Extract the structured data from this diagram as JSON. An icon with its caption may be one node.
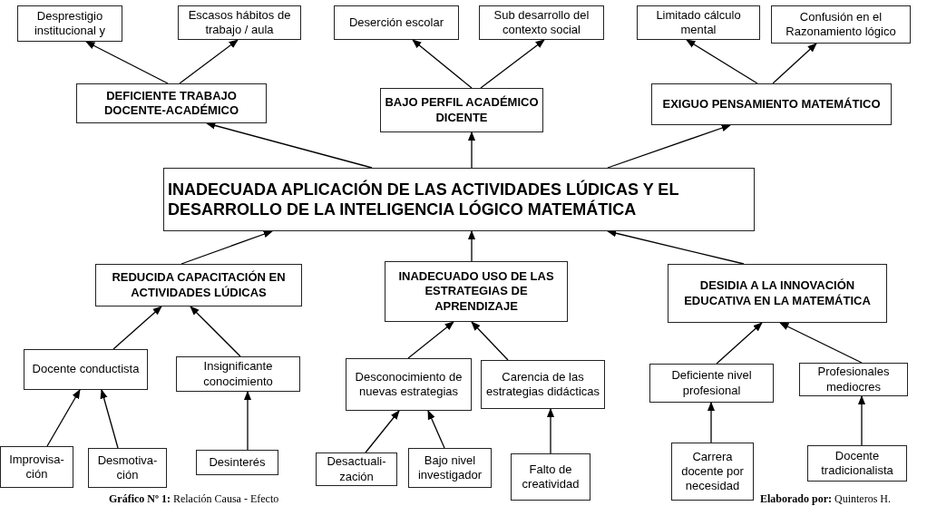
{
  "diagram": {
    "nodes": [
      {
        "text": [
          "Desprestigio institucional y"
        ]
      },
      {
        "text": [
          "Escasos hábitos de trabajo / aula"
        ]
      },
      {
        "text": [
          "Deserción escolar"
        ]
      },
      {
        "text": [
          "Sub desarrollo del contexto social"
        ]
      },
      {
        "text": [
          "Limitado cálculo mental"
        ]
      },
      {
        "text": [
          "Confusión en el Razonamiento lógico"
        ]
      },
      {
        "text": [
          "DEFICIENTE TRABAJO DOCENTE-ACADÉMICO"
        ]
      },
      {
        "text": [
          "BAJO PERFIL ACADÉMICO DICENTE"
        ]
      },
      {
        "text": [
          "EXIGUO PENSAMIENTO MATEMÁTICO"
        ]
      },
      {
        "text": [
          "INADECUADA APLICACIÓN DE LAS ACTIVIDADES LÚDICAS Y EL DESARROLLO DE LA INTELIGENCIA LÓGICO MATEMÁTICA"
        ]
      },
      {
        "text": [
          "REDUCIDA CAPACITACIÓN EN ACTIVIDADES LÚDICAS"
        ]
      },
      {
        "text": [
          "INADECUADO USO DE LAS ESTRATEGIAS DE APRENDIZAJE"
        ]
      },
      {
        "text": [
          "DESIDIA A LA INNOVACIÓN EDUCATIVA EN LA MATEMÁTICA"
        ]
      },
      {
        "text": [
          "Docente conductista"
        ]
      },
      {
        "text": [
          "Insignificante conocimiento"
        ]
      },
      {
        "text": [
          "Desconocimiento de nuevas estrategias"
        ]
      },
      {
        "text": [
          "Carencia de las estrategias didácticas"
        ]
      },
      {
        "text": [
          "Deficiente nivel profesional"
        ]
      },
      {
        "text": [
          "Profesionales mediocres"
        ]
      },
      {
        "text": [
          "Improvisa-ción"
        ]
      },
      {
        "text": [
          "Desmotiva-ción"
        ]
      },
      {
        "text": [
          "Desinterés"
        ]
      },
      {
        "text": [
          "Desactuali-zación"
        ]
      },
      {
        "text": [
          "Bajo nivel investigador"
        ]
      },
      {
        "text": [
          "Falto de creatividad"
        ]
      },
      {
        "text": [
          "Carrera docente por necesidad"
        ]
      },
      {
        "text": [
          "Docente tradicionalista"
        ]
      }
    ],
    "edges": [
      {
        "from": 6,
        "to": 0,
        "arrow": "to"
      },
      {
        "from": 6,
        "to": 1,
        "arrow": "to"
      },
      {
        "from": 7,
        "to": 2,
        "arrow": "to"
      },
      {
        "from": 7,
        "to": 3,
        "arrow": "to"
      },
      {
        "from": 8,
        "to": 4,
        "arrow": "to"
      },
      {
        "from": 8,
        "to": 5,
        "arrow": "to"
      },
      {
        "from": 9,
        "to": 6,
        "arrow": "to"
      },
      {
        "from": 9,
        "to": 7,
        "arrow": "to"
      },
      {
        "from": 9,
        "to": 8,
        "arrow": "to"
      },
      {
        "from": 10,
        "to": 9,
        "arrow": "to"
      },
      {
        "from": 11,
        "to": 9,
        "arrow": "to"
      },
      {
        "from": 12,
        "to": 9,
        "arrow": "to"
      },
      {
        "from": 13,
        "to": 10,
        "arrow": "to"
      },
      {
        "from": 14,
        "to": 10,
        "arrow": "to"
      },
      {
        "from": 15,
        "to": 11,
        "arrow": "to"
      },
      {
        "from": 16,
        "to": 11,
        "arrow": "to"
      },
      {
        "from": 17,
        "to": 12,
        "arrow": "to"
      },
      {
        "from": 18,
        "to": 12,
        "arrow": "to"
      },
      {
        "from": 19,
        "to": 13,
        "arrow": "to"
      },
      {
        "from": 20,
        "to": 13,
        "arrow": "to"
      },
      {
        "from": 21,
        "to": 14,
        "arrow": "to"
      },
      {
        "from": 22,
        "to": 15,
        "arrow": "to"
      },
      {
        "from": 23,
        "to": 15,
        "arrow": "to"
      },
      {
        "from": 24,
        "to": 16,
        "arrow": "to"
      },
      {
        "from": 25,
        "to": 17,
        "arrow": "to"
      },
      {
        "from": 26,
        "to": 18,
        "arrow": "to"
      }
    ],
    "labels": [
      "**Gráfico Nº 1:** Relación Causa - Efecto",
      "**Elaborado por:** Quinteros H."
    ]
  }
}
